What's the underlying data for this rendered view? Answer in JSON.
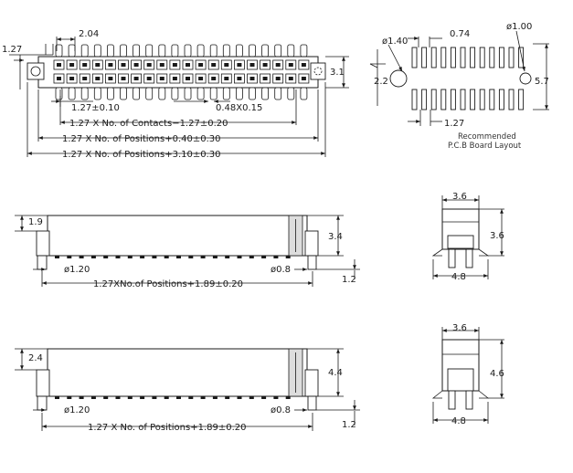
{
  "colors": {
    "ink": "#1a1a1a",
    "background": "#ffffff",
    "hatch": "#dddddd"
  },
  "top_view": {
    "pitch_top": "2.04",
    "pitch_left": "1.27",
    "height_right": "3.1",
    "pin_pitch": "1.27±0.10",
    "pin_width": "0.48X0.15",
    "contacts_formula": "1.27 X No. of Contacts−1.27±0.20",
    "positions_formula_1": "1.27 X No. of Positions+0.40±0.30",
    "positions_formula_2": "1.27 X No. of Positions+3.10±0.30"
  },
  "pcb_layout": {
    "hole_large": "ø1.40",
    "pad_width": "0.74",
    "hole_small": "ø1.00",
    "left_height": "2.2",
    "right_height": "5.7",
    "bottom_pitch": "1.27",
    "caption_line1": "Recommended",
    "caption_line2": "P.C.B Board Layout"
  },
  "side_view_1": {
    "left_height": "1.9",
    "right_height": "3.4",
    "post_diameter_left": "ø1.20",
    "post_diameter_right": "ø0.8",
    "post_length": "1.2",
    "length_formula": "1.27XNo.of Positions+1.89±0.20"
  },
  "end_view_1": {
    "top_width": "3.6",
    "height": "3.6",
    "bottom_width": "4.8"
  },
  "side_view_2": {
    "left_height": "2.4",
    "right_height": "4.4",
    "post_diameter_left": "ø1.20",
    "post_diameter_right": "ø0.8",
    "post_length": "1.2",
    "length_formula": "1.27 X No. of Positions+1.89±0.20"
  },
  "end_view_2": {
    "top_width": "3.6",
    "height": "4.6",
    "bottom_width": "4.8"
  }
}
